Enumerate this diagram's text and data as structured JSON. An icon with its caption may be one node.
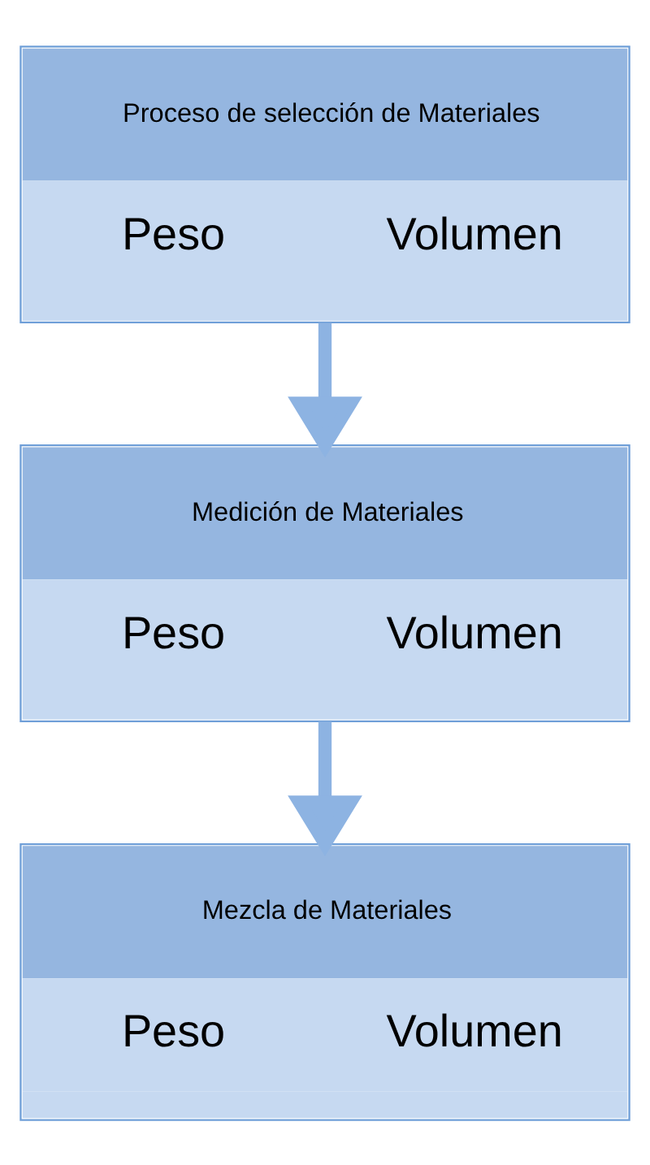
{
  "diagram": {
    "nodes": [
      {
        "text": [
          "Proceso de selección de Materiales",
          "Peso",
          "Volumen"
        ]
      },
      {
        "text": [
          "Medición de Materiales",
          "Peso",
          "Volumen"
        ]
      },
      {
        "text": [
          "Mezcla de Materiales",
          "Peso",
          "Volumen"
        ]
      }
    ],
    "edges": [
      {
        "from": 0,
        "to": 1,
        "arrow": "to"
      },
      {
        "from": 1,
        "to": 2,
        "arrow": "to"
      }
    ]
  }
}
